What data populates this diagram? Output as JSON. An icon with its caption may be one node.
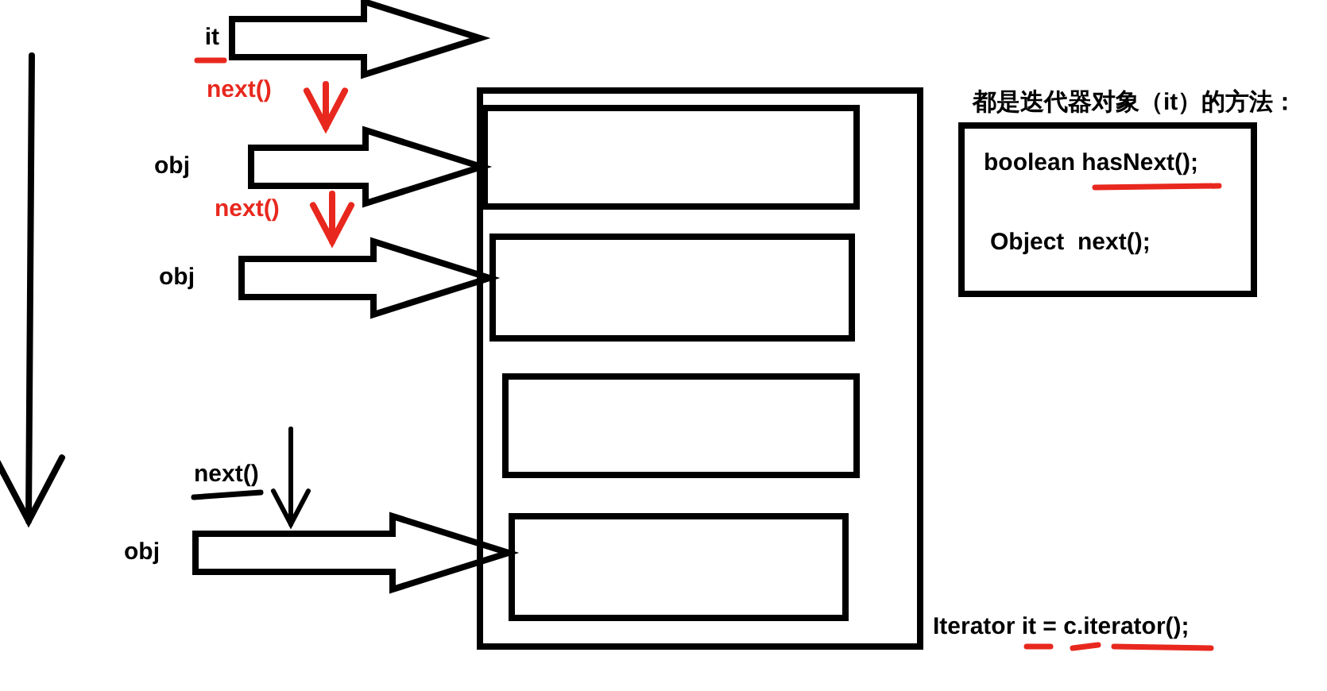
{
  "diagram": {
    "nodes": [
      {
        "text": [
          "it"
        ]
      },
      {
        "text": [],
        "shape": "box"
      },
      {
        "text": [],
        "shape": "box",
        "in": 1
      },
      {
        "text": [],
        "shape": "box",
        "in": 1
      },
      {
        "text": [],
        "shape": "box",
        "in": 1
      },
      {
        "text": [],
        "shape": "box",
        "in": 1
      },
      {
        "text": [
          "obj"
        ]
      },
      {
        "text": [
          "obj"
        ]
      },
      {
        "text": [
          "obj"
        ]
      },
      {
        "text": [
          "都是迭代器对象（it）的方法：",
          "boolean hasNext();",
          "Object  next();"
        ]
      }
    ],
    "edges": [
      {
        "from": 0,
        "to": null,
        "arrow": "to"
      },
      {
        "from": 6,
        "to": 2,
        "arrow": "to"
      },
      {
        "from": 7,
        "to": 3,
        "arrow": "to"
      },
      {
        "from": 8,
        "to": 5,
        "arrow": "to"
      }
    ],
    "labels": [
      "next()",
      "next()",
      "next()",
      "Iterator it = c.iterator();"
    ]
  }
}
